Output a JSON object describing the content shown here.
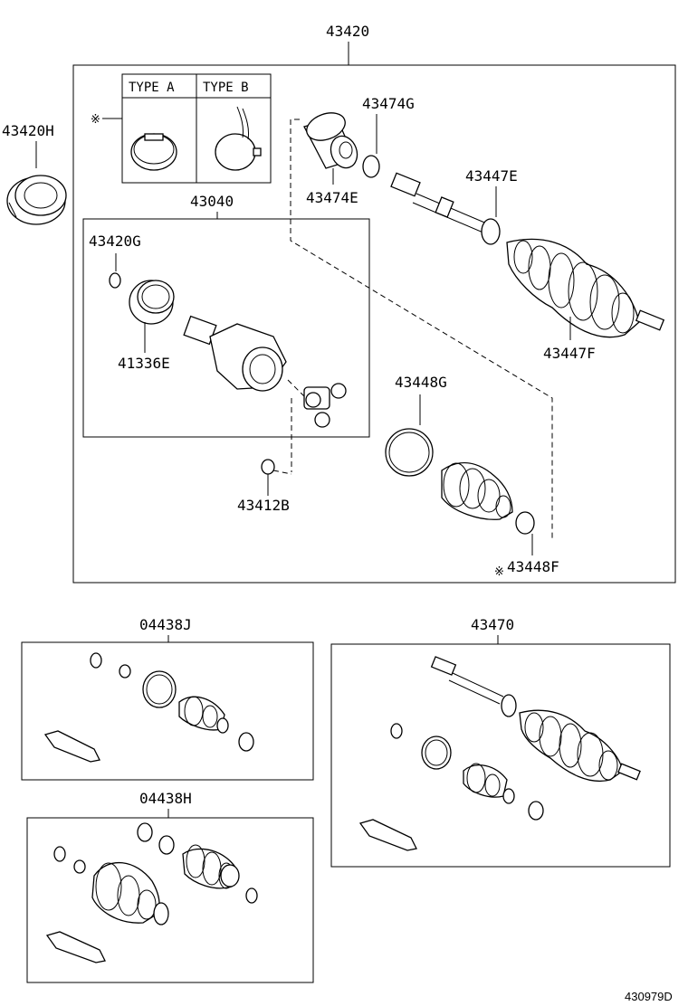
{
  "labels": {
    "assembly": "43420",
    "bearing": "43420H",
    "type_a": "TYPE A",
    "type_b": "TYPE B",
    "asterisk": "※",
    "inner_joint_set": "43040",
    "snap_ring_inner": "43420G",
    "damper": "41336E",
    "snap_ring_outer": "43412B",
    "dust_deflector": "43474E",
    "clamp_small": "43474G",
    "outboard_clamp": "43447E",
    "outboard_boot": "43447F",
    "inboard_clamp_large": "43448G",
    "inboard_clamp_small": "43448F",
    "boot_kit_j": "04438J",
    "boot_kit_h": "04438H",
    "outer_joint_assembly": "43470",
    "diagram_ref": "430979D"
  }
}
